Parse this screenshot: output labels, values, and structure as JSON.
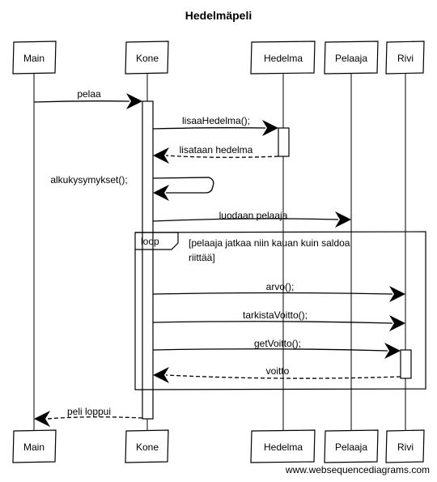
{
  "title": "Hedelmäpeli",
  "watermark": "www.websequencediagrams.com",
  "participants": [
    "Main",
    "Kone",
    "Hedelma",
    "Pelaaja",
    "Rivi"
  ],
  "messages": [
    {
      "label": "pelaa",
      "from": "Main",
      "to": "Kone",
      "style": "solid"
    },
    {
      "label": "lisaaHedelma();",
      "from": "Kone",
      "to": "Hedelma",
      "style": "solid"
    },
    {
      "label": "lisataan hedelma",
      "from": "Hedelma",
      "to": "Kone",
      "style": "dashed"
    },
    {
      "label": "alkukysymykset();",
      "from": "Kone",
      "to": "Kone",
      "style": "self"
    },
    {
      "label": "luodaan pelaaja",
      "from": "Kone",
      "to": "Pelaaja",
      "style": "solid"
    },
    {
      "label": "arvo();",
      "from": "Kone",
      "to": "Rivi",
      "style": "solid"
    },
    {
      "label": "tarkistaVoitto();",
      "from": "Kone",
      "to": "Rivi",
      "style": "solid"
    },
    {
      "label": "getVoitto();",
      "from": "Kone",
      "to": "Rivi",
      "style": "solid"
    },
    {
      "label": "voitto",
      "from": "Rivi",
      "to": "Kone",
      "style": "dashed"
    },
    {
      "label": "peli loppui",
      "from": "Kone",
      "to": "Main",
      "style": "dashed"
    }
  ],
  "loop": {
    "keyword": "loop",
    "condition_line1": "[pelaaja jatkaa niin kauan kuin saldoa",
    "condition_line2": "riittää]"
  }
}
